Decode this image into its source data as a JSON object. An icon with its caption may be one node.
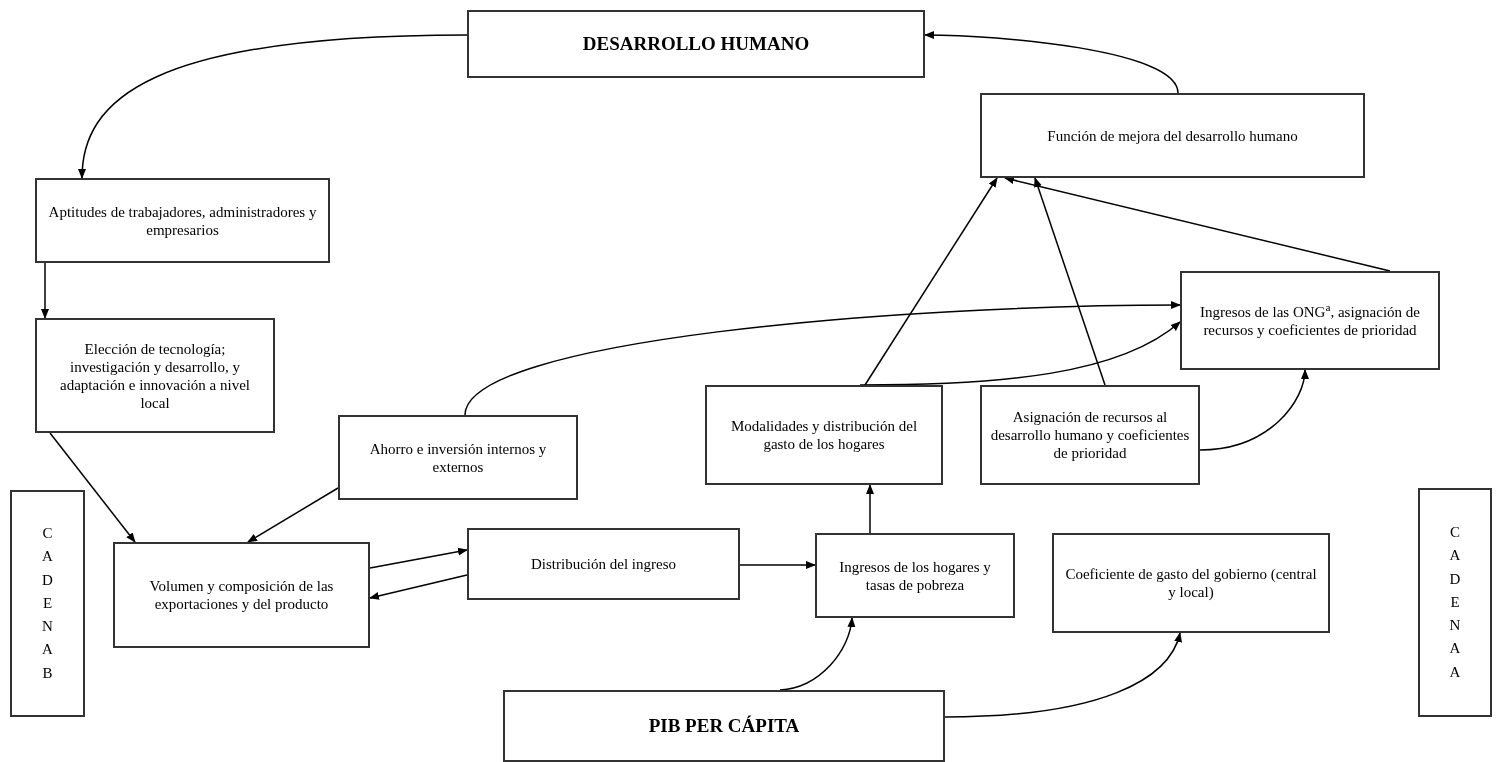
{
  "diagram": {
    "nodes": [
      {
        "text": [
          "DESARROLLO HUMANO"
        ]
      },
      {
        "text": [
          "Función de mejora del desarrollo humano"
        ]
      },
      {
        "text": [
          "Aptitudes de trabajadores, administradores y empresarios"
        ]
      },
      {
        "text": [
          "Elección de tecnología; investigación y desarrollo, y adaptación e innovación a nivel local"
        ]
      },
      {
        "text": [
          "Ingresos de las ONG$^{a}$, asignación de recursos y coeficientes de prioridad"
        ]
      },
      {
        "text": [
          "Ahorro e inversión internos y externos"
        ]
      },
      {
        "text": [
          "Modalidades y distribución del gasto de los hogares"
        ]
      },
      {
        "text": [
          "Asignación de recursos al desarrollo humano y coeficientes de prioridad"
        ]
      },
      {
        "text": [
          "CADENA B"
        ]
      },
      {
        "text": [
          "Volumen y composición de las exportaciones y del producto"
        ]
      },
      {
        "text": [
          "Distribución del ingreso"
        ]
      },
      {
        "text": [
          "Ingresos de los hogares y tasas de pobreza"
        ]
      },
      {
        "text": [
          "Coeficiente de gasto del gobierno (central y local)"
        ]
      },
      {
        "text": [
          "CADENA A"
        ]
      },
      {
        "text": [
          "PIB PER CÁPITA"
        ]
      }
    ],
    "edges": [
      {
        "from": 0,
        "to": 2,
        "arrow": "to"
      },
      {
        "from": 1,
        "to": 0,
        "arrow": "to"
      },
      {
        "from": 2,
        "to": 3,
        "arrow": "to"
      },
      {
        "from": 3,
        "to": 9,
        "arrow": "to"
      },
      {
        "from": 5,
        "to": 9,
        "arrow": "to"
      },
      {
        "from": 9,
        "to": 10,
        "arrow": "to"
      },
      {
        "from": 10,
        "to": 9,
        "arrow": "to"
      },
      {
        "from": 10,
        "to": 11,
        "arrow": "to"
      },
      {
        "from": 11,
        "to": 6,
        "arrow": "to"
      },
      {
        "from": 6,
        "to": 1,
        "arrow": "to"
      },
      {
        "from": 7,
        "to": 1,
        "arrow": "to"
      },
      {
        "from": 4,
        "to": 1,
        "arrow": "to"
      },
      {
        "from": 5,
        "to": 4,
        "arrow": "to"
      },
      {
        "from": 6,
        "to": 4,
        "arrow": "to"
      },
      {
        "from": 7,
        "to": 4,
        "arrow": "to"
      },
      {
        "from": 14,
        "to": 11,
        "arrow": "to"
      },
      {
        "from": 14,
        "to": 12,
        "arrow": "to"
      }
    ]
  }
}
